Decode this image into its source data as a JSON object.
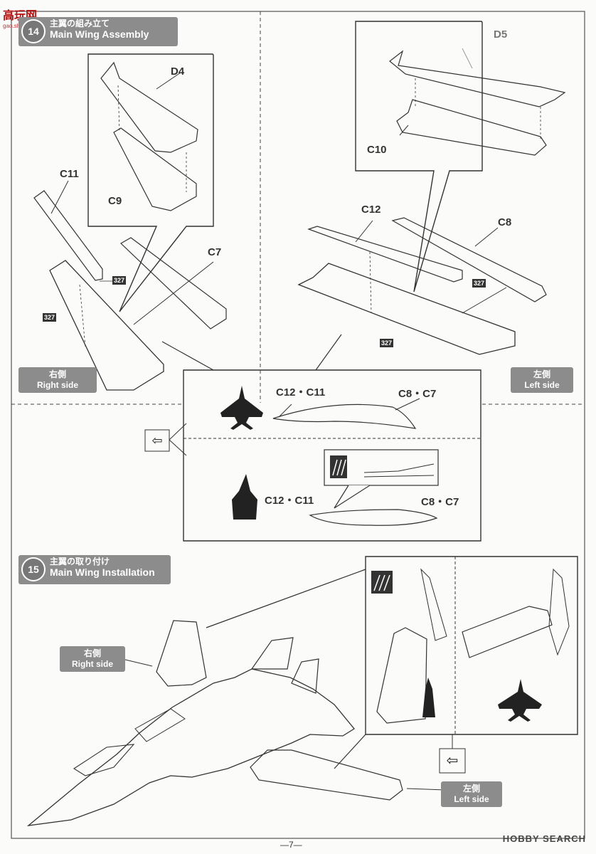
{
  "watermark": {
    "top": "高玩网",
    "top_sub": "gao.shou.com",
    "bottom": "HOBBY SEARCH"
  },
  "step14": {
    "number": "14",
    "title_jp": "主翼の組み立て",
    "title_en": "Main Wing Assembly"
  },
  "step15": {
    "number": "15",
    "title_jp": "主翼の取り付け",
    "title_en": "Main Wing Installation"
  },
  "parts": {
    "d4": "D4",
    "c9": "C9",
    "c11": "C11",
    "c7": "C7",
    "d5": "D5",
    "c10": "C10",
    "c12": "C12",
    "c8": "C8"
  },
  "paint_code": "327",
  "sides": {
    "right_jp": "右側",
    "right_en": "Right side",
    "left_jp": "左側",
    "left_en": "Left side"
  },
  "detail": {
    "pair1_left": "C12・C11",
    "pair1_right": "C8・C7",
    "pair2_left": "C12・C11",
    "pair2_right": "C8・C7"
  },
  "page_number": "—7—"
}
